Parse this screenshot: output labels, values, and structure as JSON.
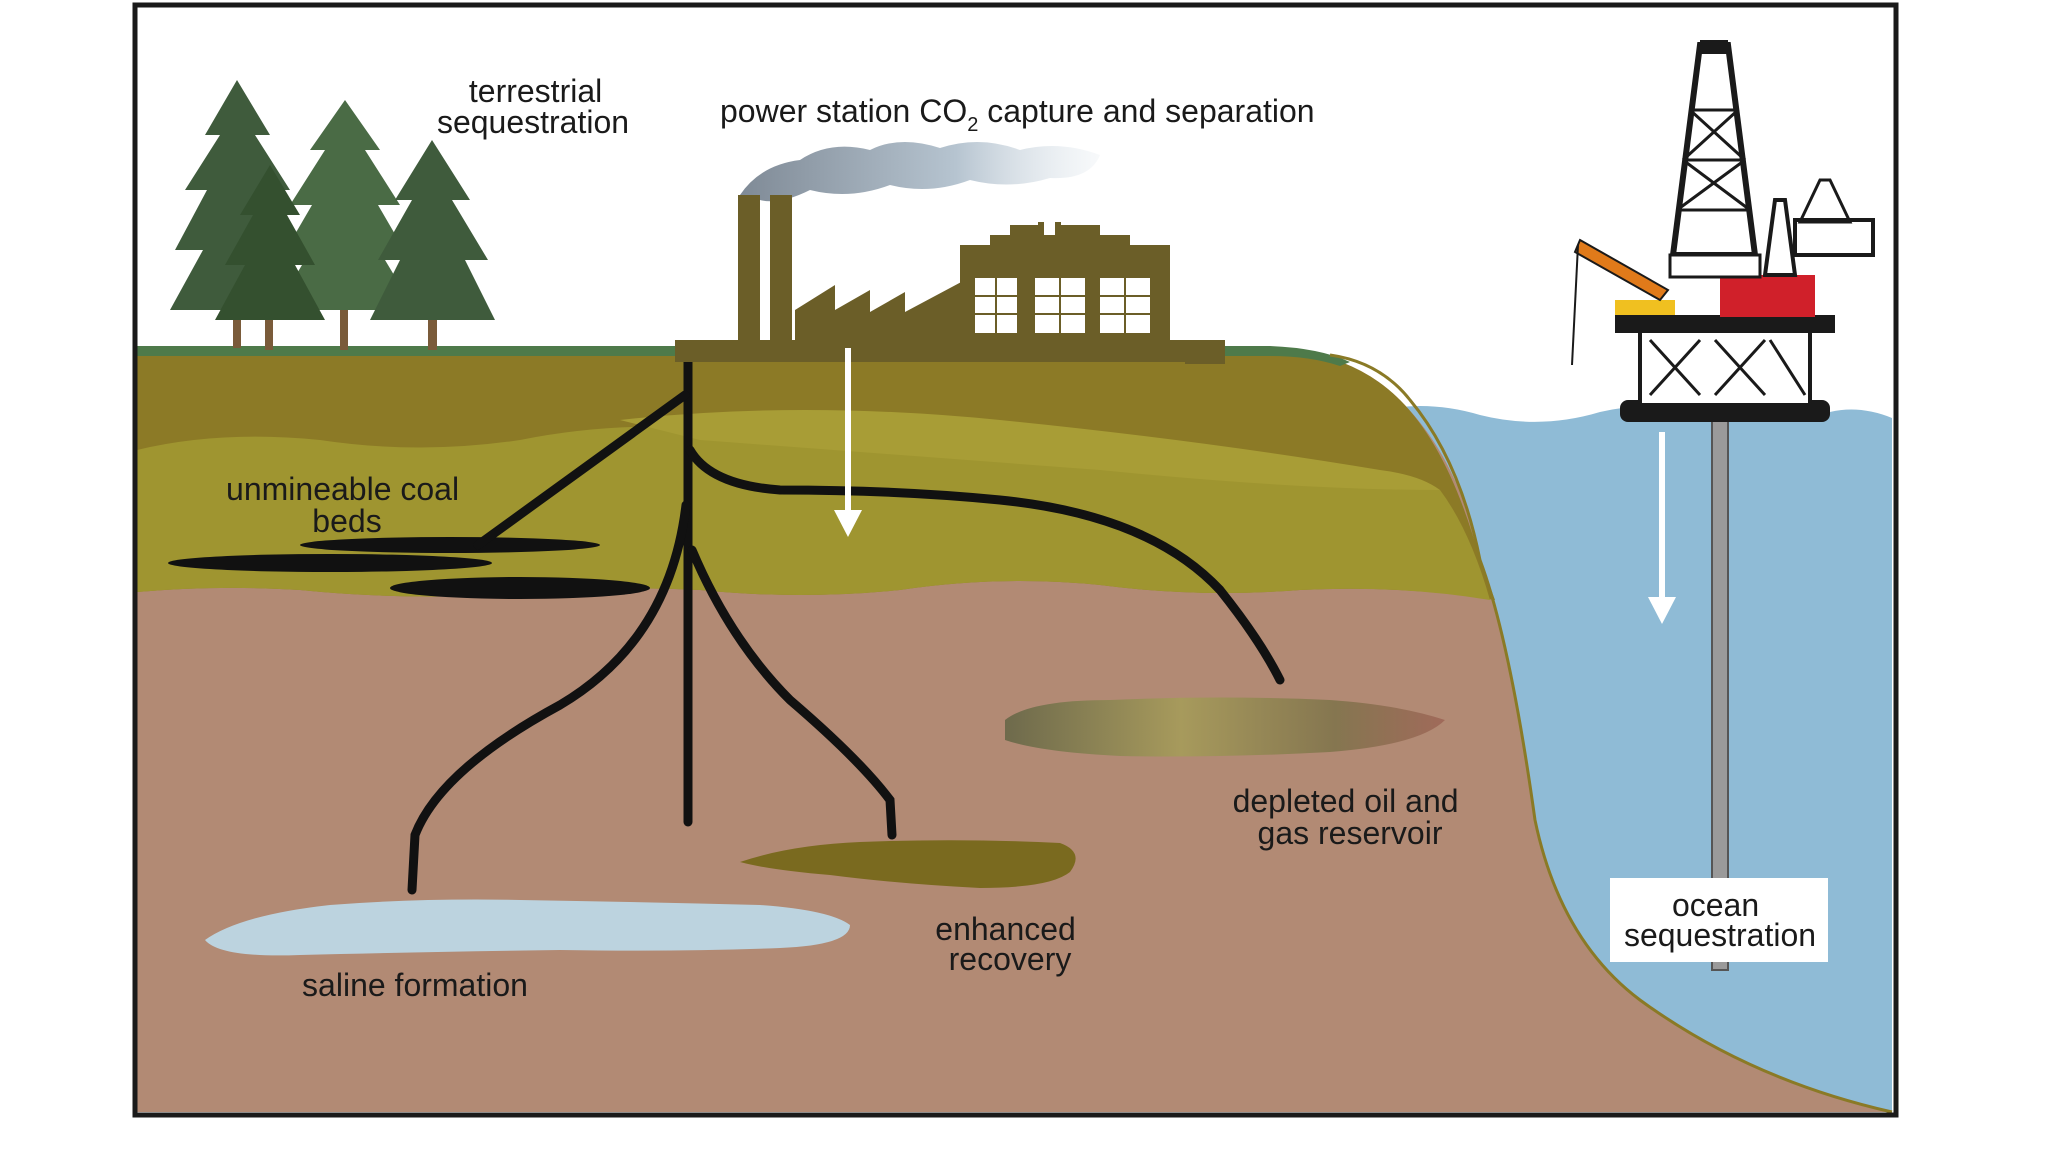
{
  "labels": {
    "terrestrial": [
      "terrestrial",
      "sequestration"
    ],
    "power_station": {
      "prefix": "power station CO",
      "subscript": "2",
      "suffix": " capture and separation"
    },
    "coal": [
      "unmineable coal",
      "beds"
    ],
    "depleted": [
      "depleted oil and",
      "gas reservoir"
    ],
    "enhanced": [
      "enhanced",
      "recovery"
    ],
    "saline": "saline formation",
    "ocean": [
      "ocean",
      "sequestration"
    ]
  },
  "colors": {
    "sky": "#ffffff",
    "frame": "#1a1a1a",
    "grass": "#4e7a4a",
    "topsoil": "#8c7a26",
    "coal_layer": "#9f9530",
    "rock": "#b28a74",
    "saline": "#bcd3df",
    "sea": "#8fbbd6",
    "pipe": "#111111",
    "factory": "#6b5e28",
    "tree": "#3f5b3c",
    "trunk": "#7a5b3a",
    "reservoir": "#8a7a4a",
    "enhanced": "#7a6a1f",
    "rig_red": "#d0202a",
    "rig_yellow": "#f0c020",
    "crane_orange": "#e07a1a"
  },
  "icons": [
    "tree-icon",
    "factory-icon",
    "smoke-icon",
    "oil-rig-icon",
    "arrow-down-icon"
  ]
}
